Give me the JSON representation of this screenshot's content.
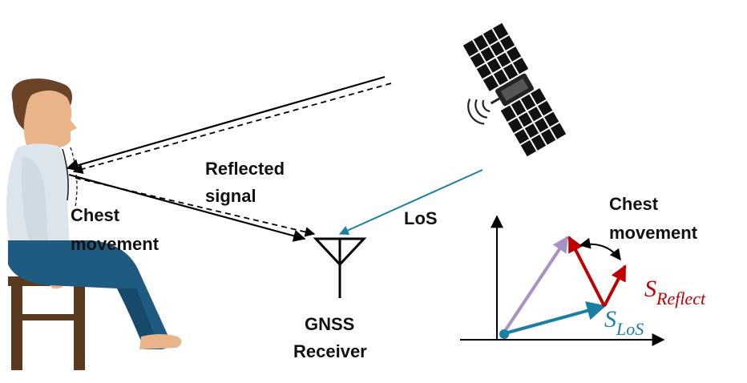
{
  "labels": {
    "reflected_line1": "Reflected",
    "reflected_line2": "signal",
    "chest_left_line1": "Chest",
    "chest_left_line2": "movement",
    "los": "LoS",
    "receiver_line1": "GNSS",
    "receiver_line2": "Receiver",
    "chest_right_line1": "Chest",
    "chest_right_line2": "movement"
  },
  "vectors": {
    "reflect_main": "S",
    "reflect_sub": "Reflect",
    "los_main": "S",
    "los_sub": "LoS"
  },
  "colors": {
    "los": "#1a7fa3",
    "reflect": "#c00000",
    "sum": "#a892c4",
    "line": "#000000",
    "shirt": "#dce5ec",
    "pants": "#1f5a80",
    "chair": "#5a3a1e",
    "skin": "#e9b48a",
    "hair": "#6b4428"
  },
  "icons": [
    "satellite-icon",
    "antenna-icon",
    "person-icon",
    "chair-icon"
  ]
}
